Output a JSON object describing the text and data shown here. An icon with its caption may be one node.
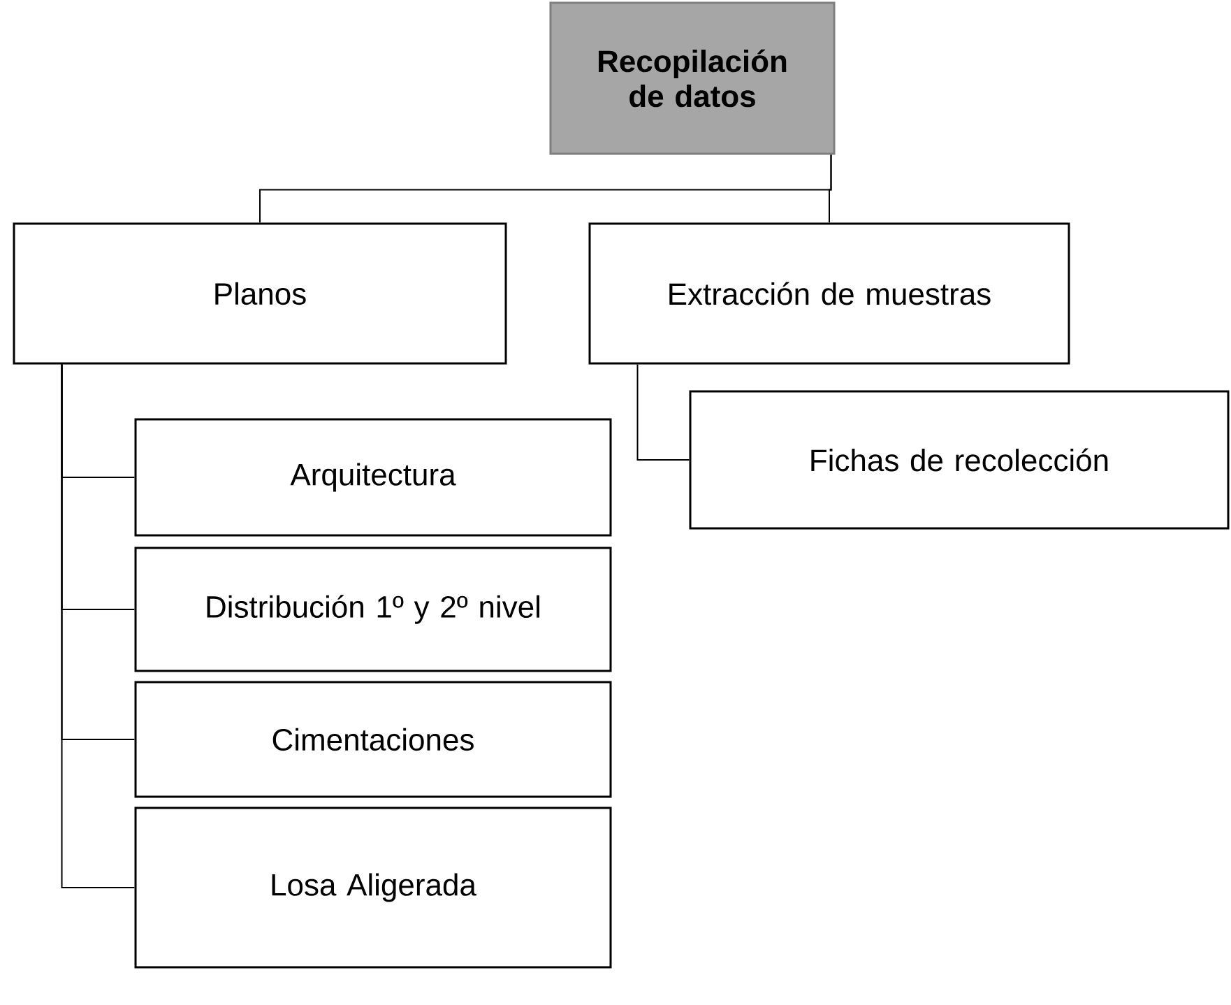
{
  "diagram": {
    "nodes": [
      {
        "text": [
          "Recopilación de datos"
        ]
      },
      {
        "text": [
          "Planos"
        ]
      },
      {
        "text": [
          "Extracción de muestras"
        ]
      },
      {
        "text": [
          "Fichas de recolección"
        ]
      },
      {
        "text": [
          "Arquitectura"
        ]
      },
      {
        "text": [
          "Distribución 1º y 2º nivel"
        ]
      },
      {
        "text": [
          "Cimentaciones"
        ]
      },
      {
        "text": [
          "Losa Aligerada"
        ]
      }
    ],
    "edges": [
      {
        "from": 0,
        "to": 1,
        "arrow": "none"
      },
      {
        "from": 0,
        "to": 2,
        "arrow": "none"
      },
      {
        "from": 2,
        "to": 3,
        "arrow": "none"
      },
      {
        "from": 1,
        "to": 4,
        "arrow": "none"
      },
      {
        "from": 1,
        "to": 5,
        "arrow": "none"
      },
      {
        "from": 1,
        "to": 6,
        "arrow": "none"
      },
      {
        "from": 1,
        "to": 7,
        "arrow": "none"
      }
    ]
  }
}
